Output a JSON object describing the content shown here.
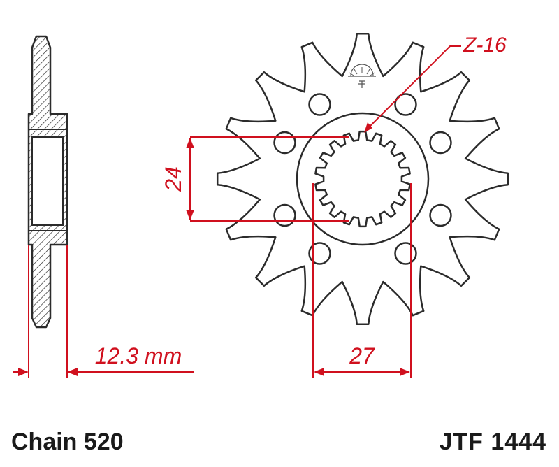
{
  "drawing": {
    "tooth_label": "Z-16",
    "spline_dimension": "24",
    "width_dimension": "27",
    "thickness_dimension": "12.3 mm"
  },
  "footer": {
    "chain_label": "Chain 520",
    "part_number": "JTF 1444"
  },
  "specs": {
    "teeth": 16,
    "chain_pitch": 520,
    "thickness_mm": 12.3
  },
  "colors": {
    "dimension": "#d0101e",
    "outline": "#2b2b2b",
    "fill": "#ffffff"
  }
}
